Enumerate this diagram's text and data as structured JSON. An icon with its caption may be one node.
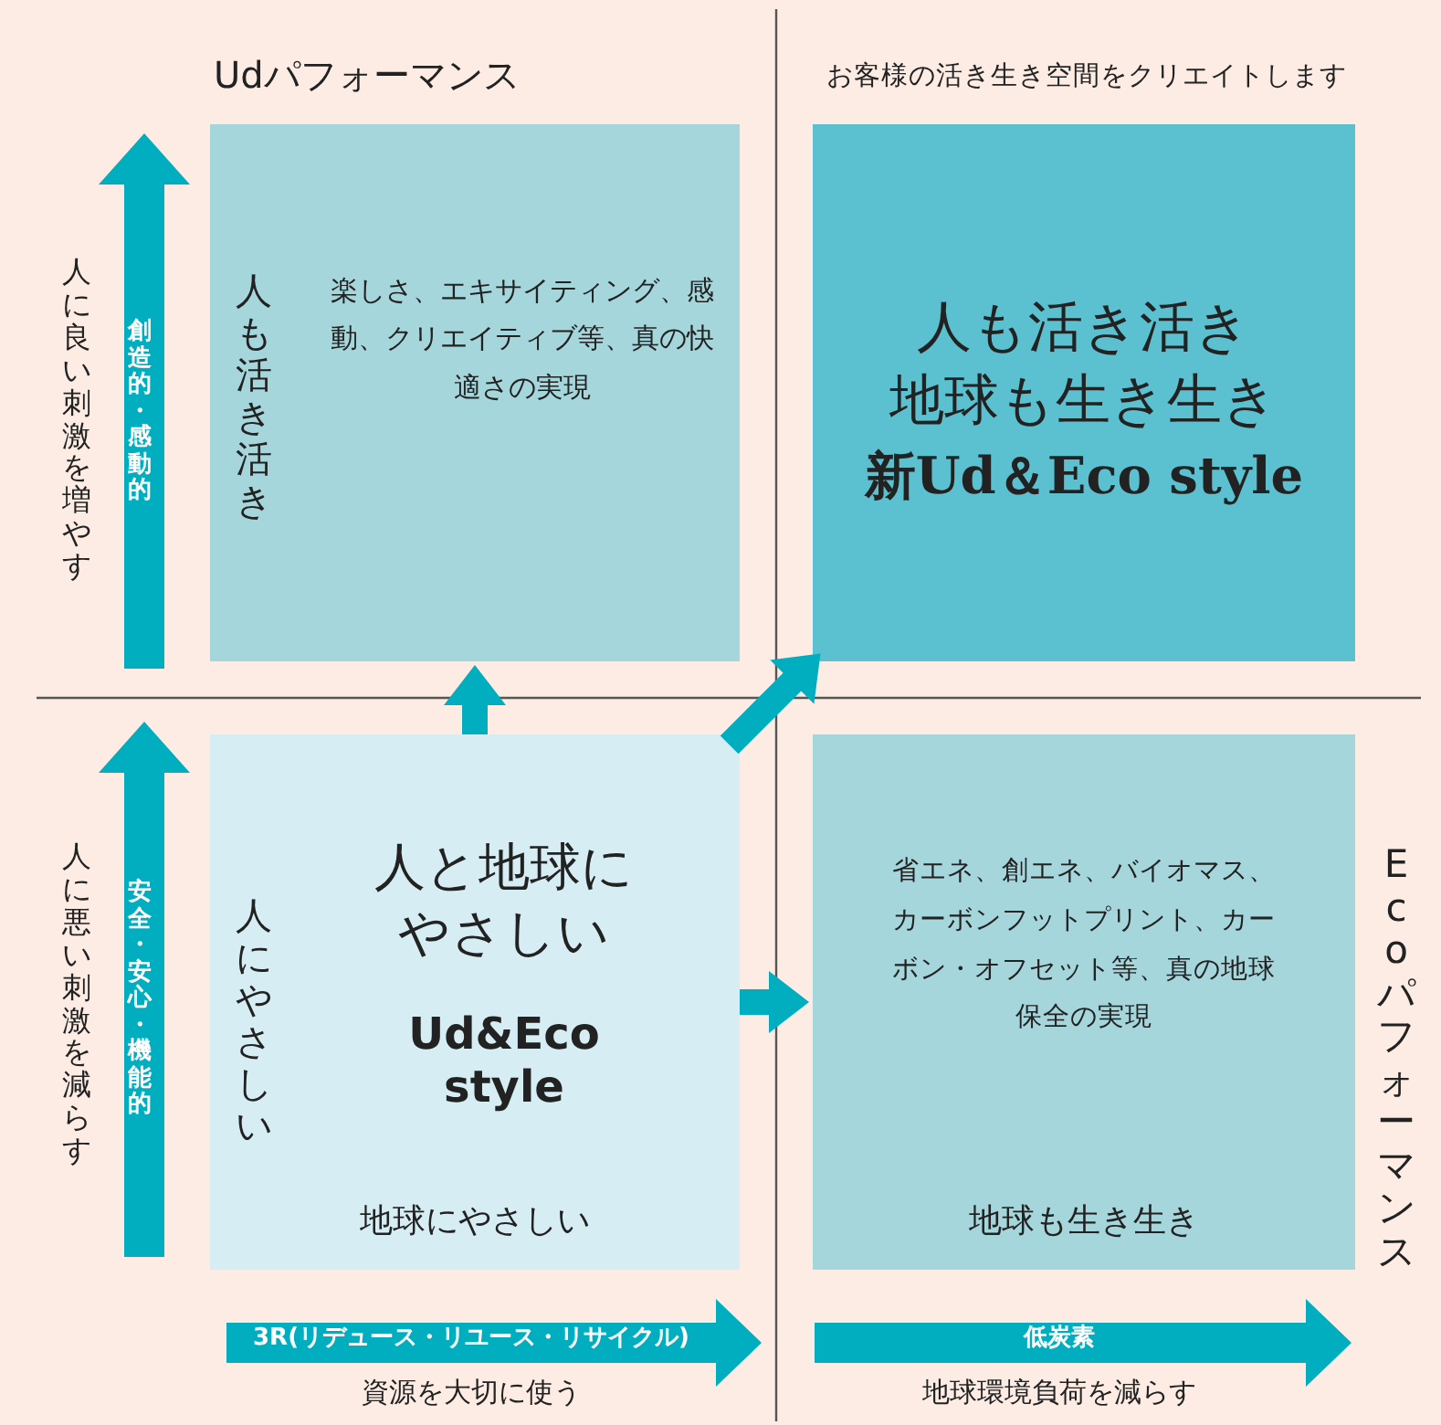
{
  "diagram": {
    "nodes": [
      {
        "text": [
          "人も活き活き",
          "楽しさ、エキサイティング、感動、クリエイティブ等、真の快適さの実現"
        ]
      },
      {
        "text": [
          "人も活き活き",
          "地球も生き生き",
          "新Ud＆Eco style"
        ]
      },
      {
        "text": [
          "人にやさしい",
          "人と地球にやさしい",
          "Ud&Eco style",
          "地球にやさしい"
        ]
      },
      {
        "text": [
          "省エネ、創エネ、バイオマス、カーボンフットプリント、カーボン・オフセット等、真の地球保全の実現",
          "地球も生き生き"
        ]
      }
    ],
    "edges": [
      {
        "from": 2,
        "to": 0,
        "arrow": "to"
      },
      {
        "from": 2,
        "to": 1,
        "arrow": "to"
      },
      {
        "from": 2,
        "to": 3,
        "arrow": "to"
      }
    ],
    "labels": [
      "Udパフォーマンス",
      "お客様の活き生き空間をクリエイトします",
      "人に良い刺激を増やす",
      "創造的・感動的",
      "安全・安心・機能的",
      "人に悪い刺激を減らす",
      "Ecoパフォーマンス",
      "3R(リデュース・リユース・リサイクル)",
      "資源を大切に使う",
      "低炭素",
      "地球環境負荷を減らす"
    ]
  }
}
